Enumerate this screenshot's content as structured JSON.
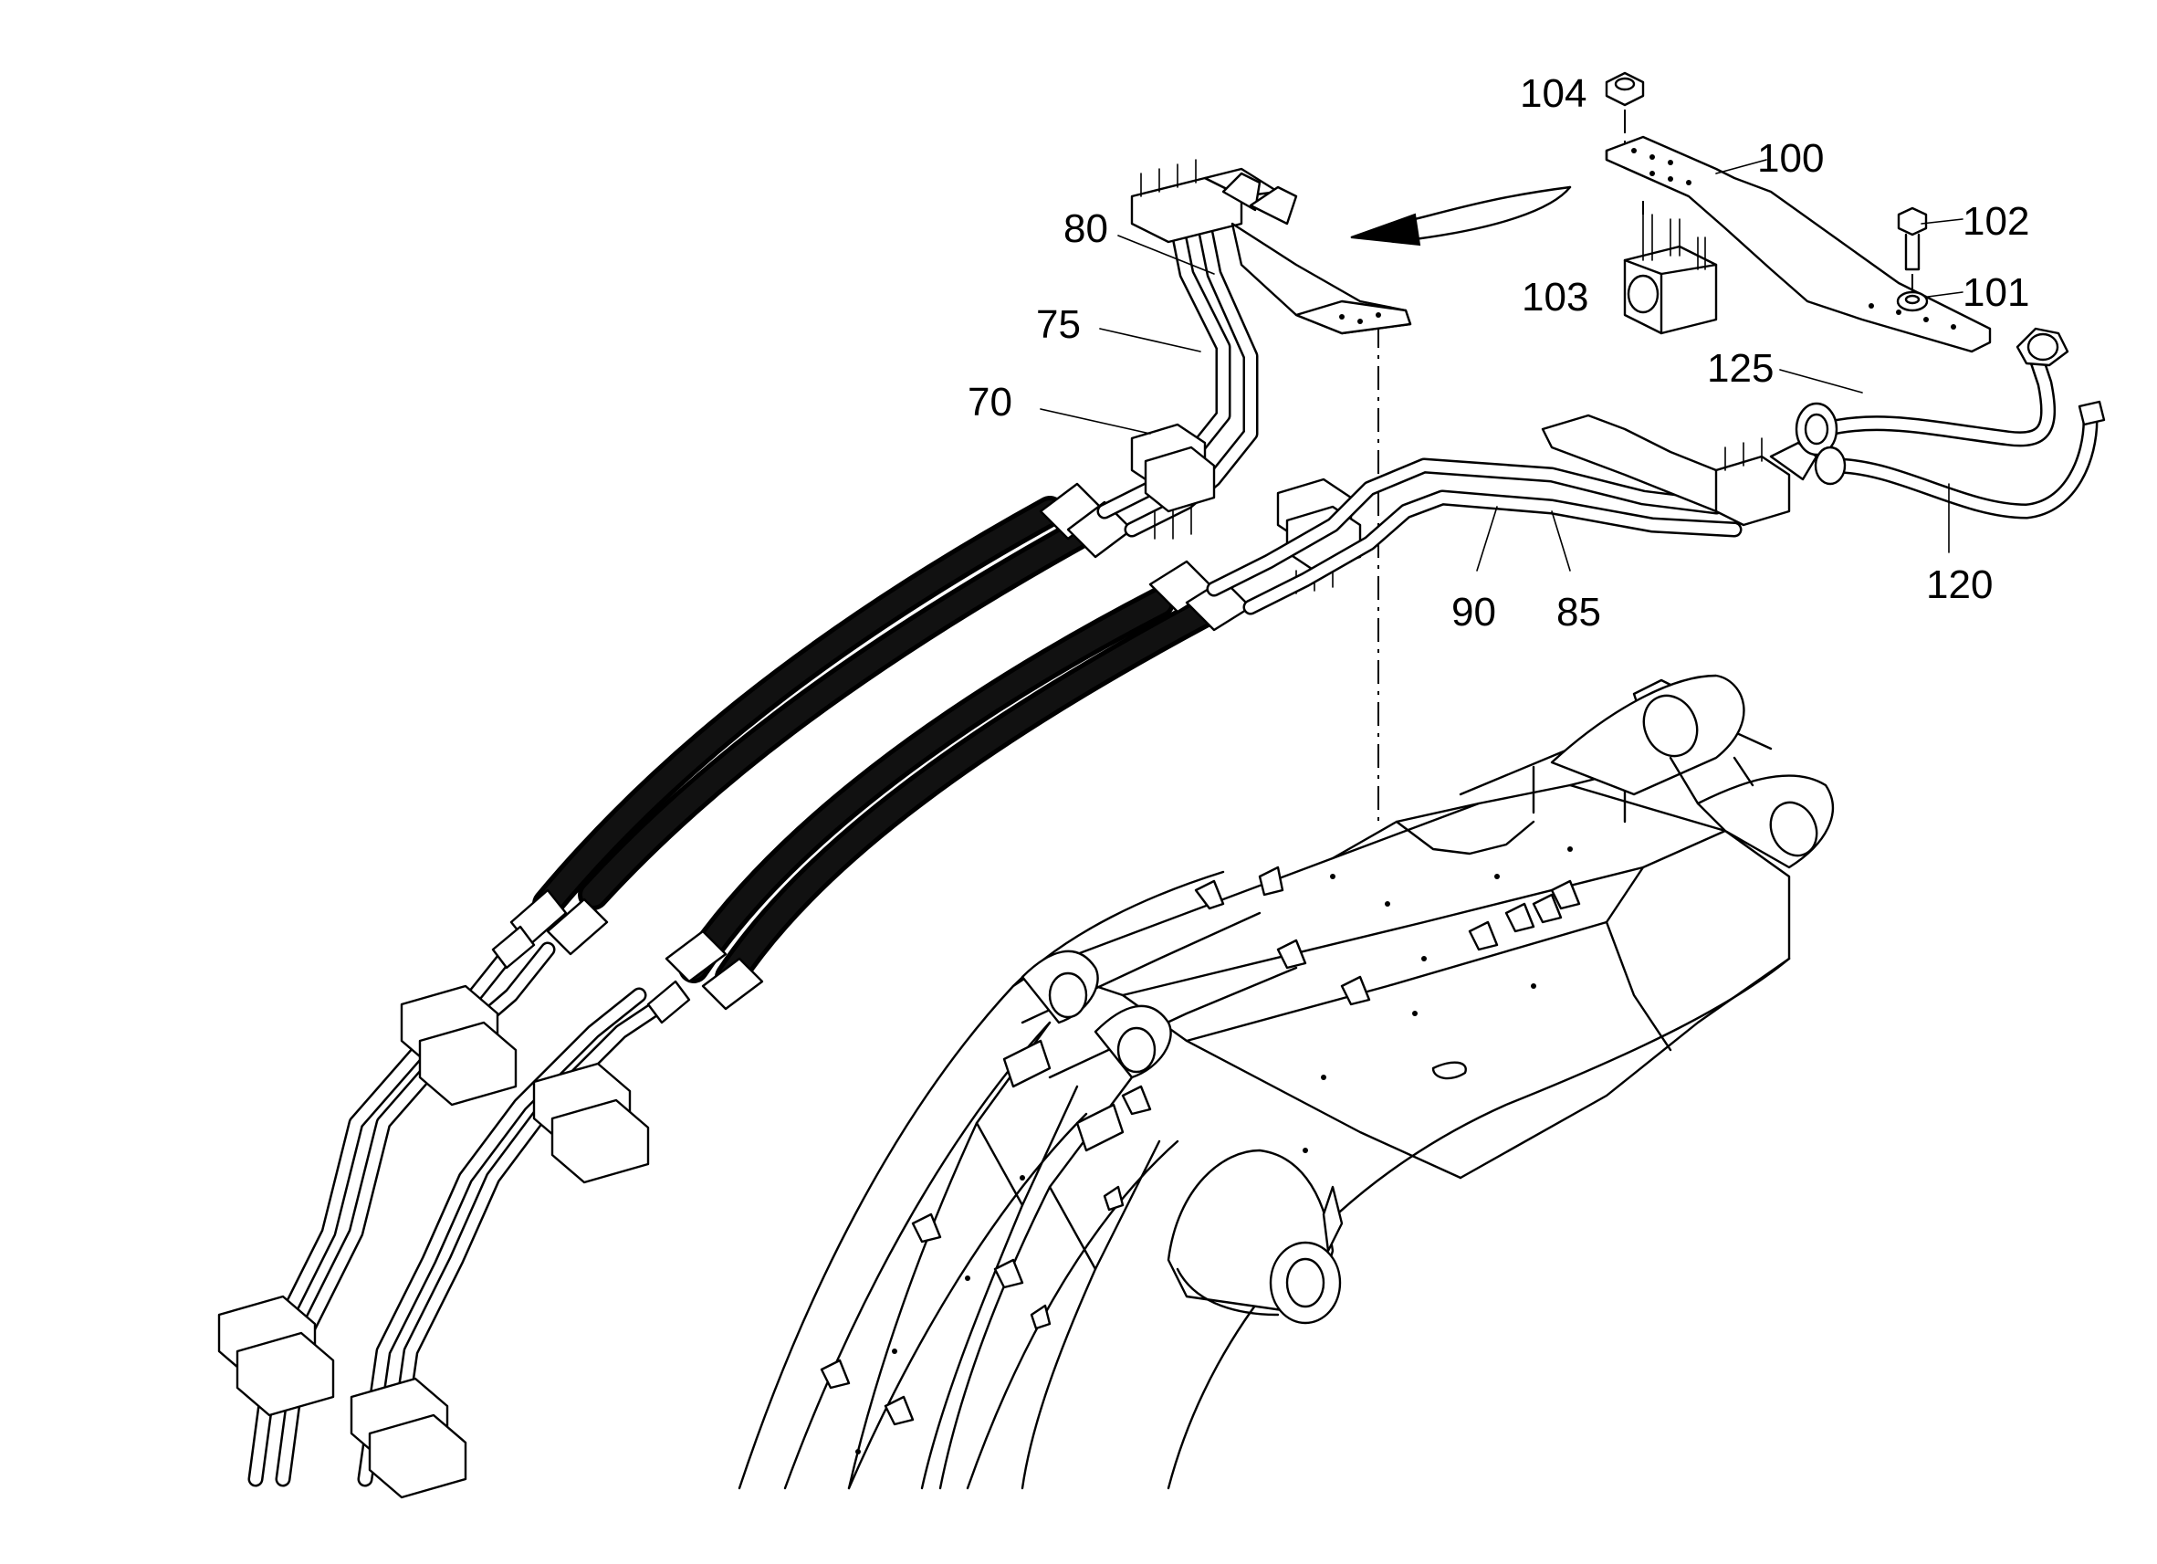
{
  "callouts": [
    {
      "id": "c104",
      "text": "104"
    },
    {
      "id": "c100",
      "text": "100"
    },
    {
      "id": "c102",
      "text": "102"
    },
    {
      "id": "c101",
      "text": "101"
    },
    {
      "id": "c103",
      "text": "103"
    },
    {
      "id": "c80",
      "text": "80"
    },
    {
      "id": "c75",
      "text": "75"
    },
    {
      "id": "c70",
      "text": "70"
    },
    {
      "id": "c125",
      "text": "125"
    },
    {
      "id": "c120",
      "text": "120"
    },
    {
      "id": "c90",
      "text": "90"
    },
    {
      "id": "c85",
      "text": "85"
    }
  ],
  "colors": {
    "ink": "#000000",
    "paper": "#ffffff"
  }
}
